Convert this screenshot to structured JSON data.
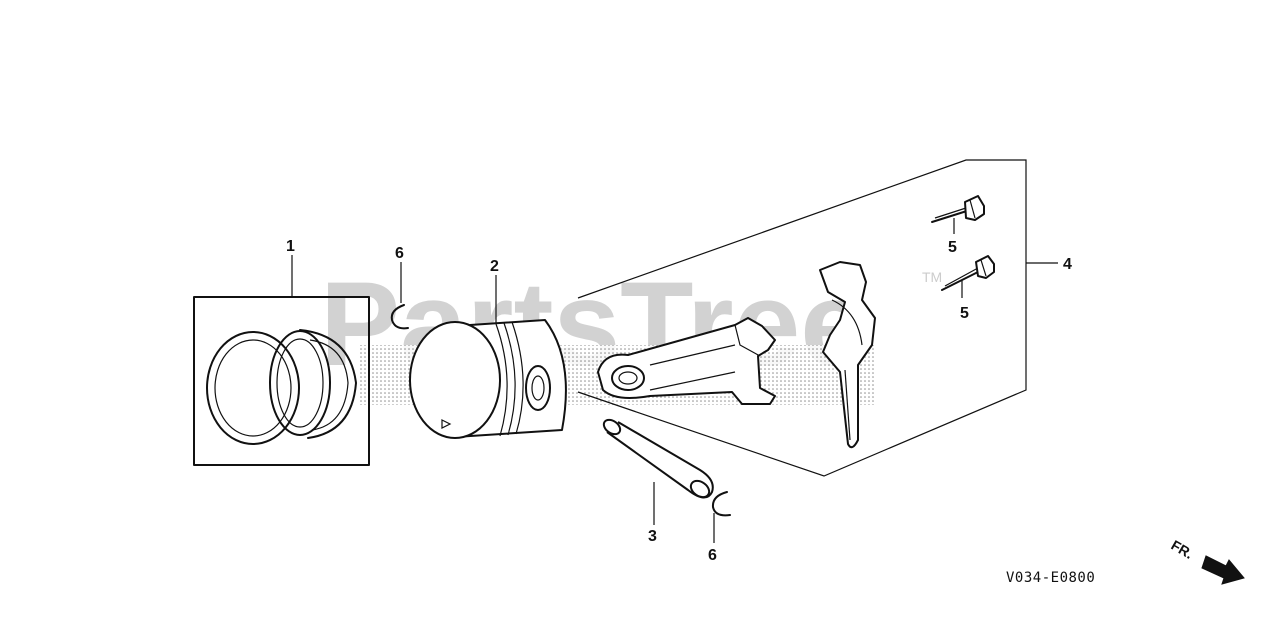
{
  "watermark": {
    "text": "PartsTree",
    "tm": "TM"
  },
  "diagram_code": "V034-E0800",
  "front_indicator": "FR.",
  "callouts": {
    "piston_rings": "1",
    "piston": "2",
    "piston_pin": "3",
    "connecting_rod_set": "4",
    "rod_bolt_upper": "5",
    "rod_bolt_lower": "5",
    "pin_clip_upper": "6",
    "pin_clip_lower": "6"
  },
  "colors": {
    "line": "#111111",
    "watermark": "#d2d2d2",
    "background": "#ffffff"
  },
  "icons": {
    "front_indicator": "arrow-right-down-icon"
  }
}
